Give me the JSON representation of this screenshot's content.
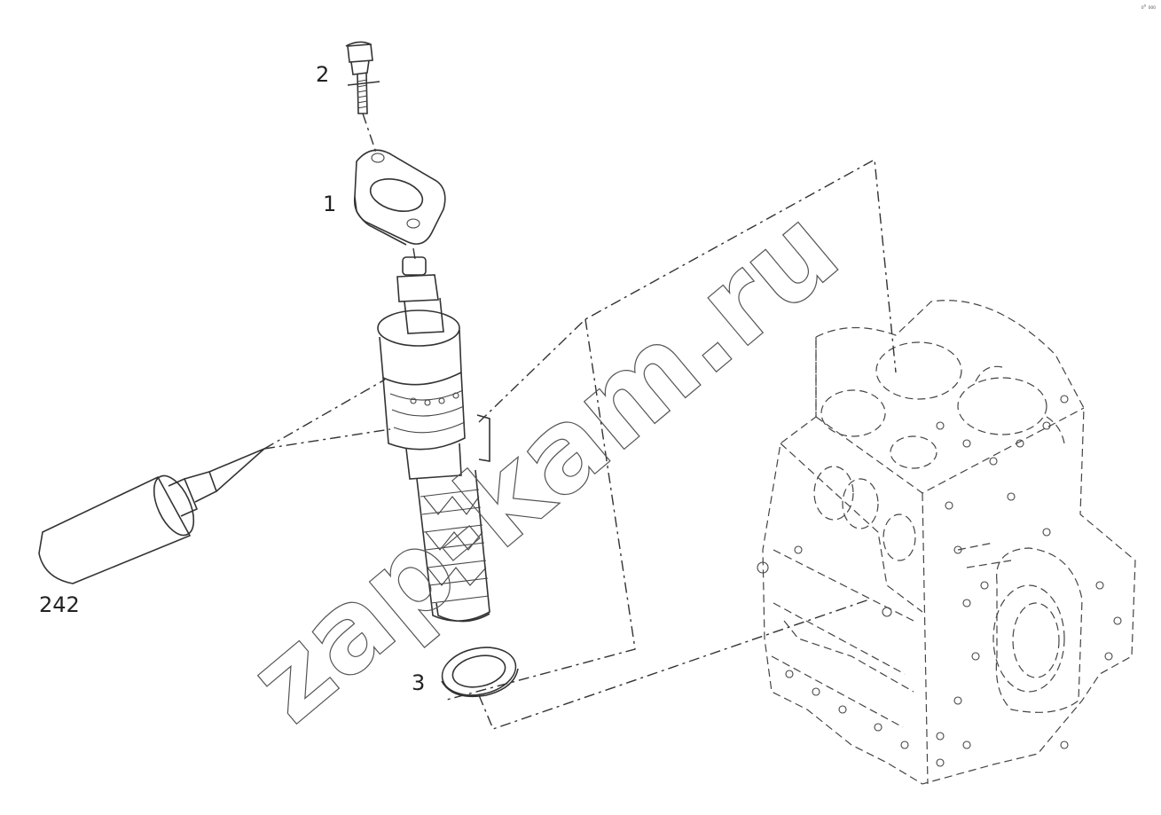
{
  "callouts": [
    {
      "id": "part-2",
      "label": "2"
    },
    {
      "id": "part-1",
      "label": "1"
    },
    {
      "id": "part-242",
      "label": "242"
    },
    {
      "id": "part-3",
      "label": "3"
    }
  ],
  "watermark": "zap-kam.ru",
  "corner_code": "₀⁰ ₀₀₀"
}
